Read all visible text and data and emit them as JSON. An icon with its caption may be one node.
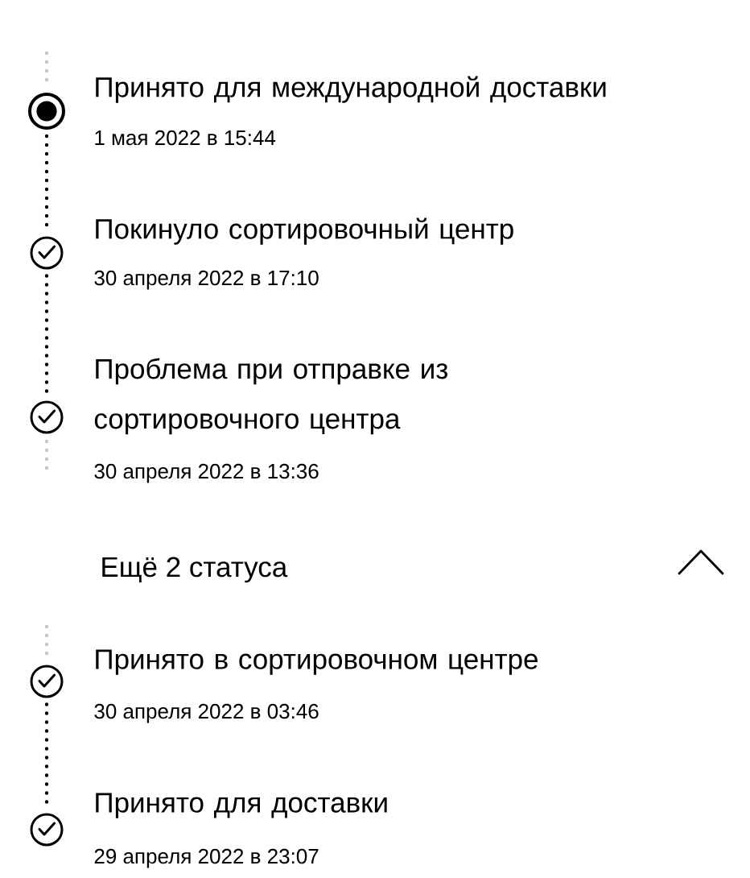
{
  "diagram": {
    "nodes": [
      {
        "text": [],
        "shape": "dot",
        "beside": [
          "Принято для международной доставки",
          "1 мая 2022 в 15:44"
        ]
      },
      {
        "text": [],
        "shape": "checkmark",
        "beside": [
          "Покинуло сортировочный центр",
          "30 апреля 2022 в 17:10"
        ]
      },
      {
        "text": [],
        "shape": "checkmark",
        "beside": [
          "Проблема при отправке из сортировочного центра",
          "30 апреля 2022 в 13:36"
        ]
      },
      {
        "text": [],
        "shape": "checkmark",
        "beside": [
          "Принято в сортировочном центре",
          "30 апреля 2022 в 03:46"
        ]
      },
      {
        "text": [],
        "shape": "checkmark",
        "beside": [
          "Принято для доставки",
          "29 апреля 2022 в 23:07"
        ]
      }
    ],
    "edges": [
      {
        "from": 0,
        "to": 1,
        "arrow": "none"
      },
      {
        "from": 1,
        "to": 2,
        "arrow": "none"
      },
      {
        "from": 3,
        "to": 4,
        "arrow": "none"
      }
    ],
    "labels": [
      "Ещё 2 статуса"
    ]
  }
}
